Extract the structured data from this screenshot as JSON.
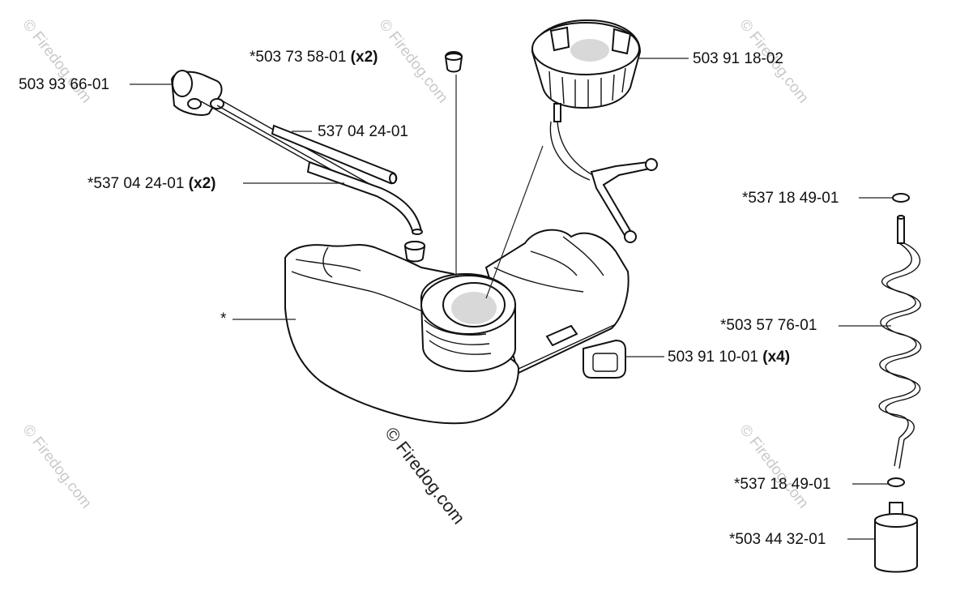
{
  "watermark": {
    "text": "© Firedog.com"
  },
  "parts": [
    {
      "id": "primer_bulb",
      "number": "503 93 66-01",
      "qty": ""
    },
    {
      "id": "grommet_top",
      "number": "*503 73 58-01",
      "qty": "(x2)"
    },
    {
      "id": "fuel_cap",
      "number": "503 91 18-02",
      "qty": ""
    },
    {
      "id": "fuel_line_1",
      "number": "537 04 24-01",
      "qty": ""
    },
    {
      "id": "fuel_line_2",
      "number": "*537 04 24-01",
      "qty": "(x2)"
    },
    {
      "id": "fuel_tank",
      "number": "*",
      "qty": ""
    },
    {
      "id": "tank_mount",
      "number": "503 91 10-01",
      "qty": "(x4)"
    },
    {
      "id": "oring_top",
      "number": "*537 18 49-01",
      "qty": ""
    },
    {
      "id": "coil_hose",
      "number": "*503 57 76-01",
      "qty": ""
    },
    {
      "id": "oring_bottom",
      "number": "*537 18 49-01",
      "qty": ""
    },
    {
      "id": "fuel_filter",
      "number": "*503 44 32-01",
      "qty": ""
    }
  ]
}
